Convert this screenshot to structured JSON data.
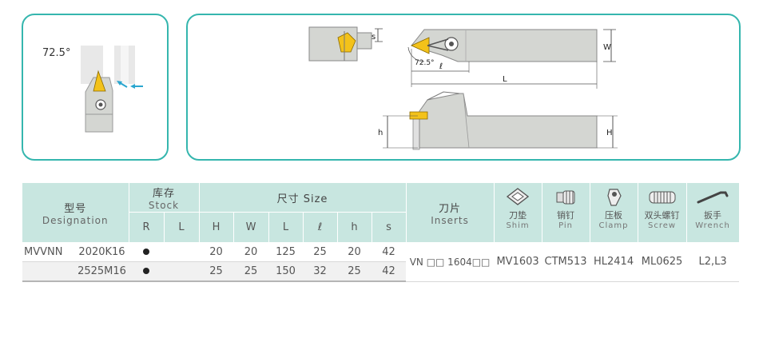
{
  "drawing": {
    "angle_left": "72.5°",
    "angle_right": "72.5°",
    "dim_s": "s",
    "dim_w": "W",
    "dim_l_small": "ℓ",
    "dim_L": "L",
    "dim_h": "h",
    "dim_H": "H"
  },
  "headers": {
    "designation_cn": "型号",
    "designation_en": "Designation",
    "stock_cn": "库存",
    "stock_en": "Stock",
    "size_label": "尺寸 Size",
    "inserts_cn": "刀片",
    "inserts_en": "Inserts",
    "stock_cols": [
      "R",
      "L"
    ],
    "size_cols": [
      "H",
      "W",
      "L",
      "ℓ",
      "h",
      "s"
    ],
    "parts": [
      {
        "cn": "刀垫",
        "en": "Shim",
        "icon": "shim-icon"
      },
      {
        "cn": "销钉",
        "en": "Pin",
        "icon": "pin-icon"
      },
      {
        "cn": "压板",
        "en": "Clamp",
        "icon": "clamp-icon"
      },
      {
        "cn": "双头螺钉",
        "en": "Screw",
        "icon": "screw-icon"
      },
      {
        "cn": "扳手",
        "en": "Wrench",
        "icon": "wrench-icon"
      }
    ]
  },
  "rows": [
    {
      "series": "MVVNN",
      "code": "2020K16",
      "H": "20",
      "W": "20",
      "L": "125",
      "l": "25",
      "h": "20",
      "s": "42"
    },
    {
      "series": "",
      "code": "2525M16",
      "H": "25",
      "W": "25",
      "L": "150",
      "l": "32",
      "h": "25",
      "s": "42"
    }
  ],
  "shared": {
    "insert": "VN □□ 1604□□",
    "shim": "MV1603",
    "pin": "CTM513",
    "clamp": "HL2414",
    "screw": "ML0625",
    "wrench": "L2,L3"
  },
  "colors": {
    "frame": "#35b6ae",
    "header_bg": "#c8e6e0",
    "tool_body": "#d4d6d2",
    "insert": "#f3c21a",
    "arrow": "#2aa6cf"
  }
}
